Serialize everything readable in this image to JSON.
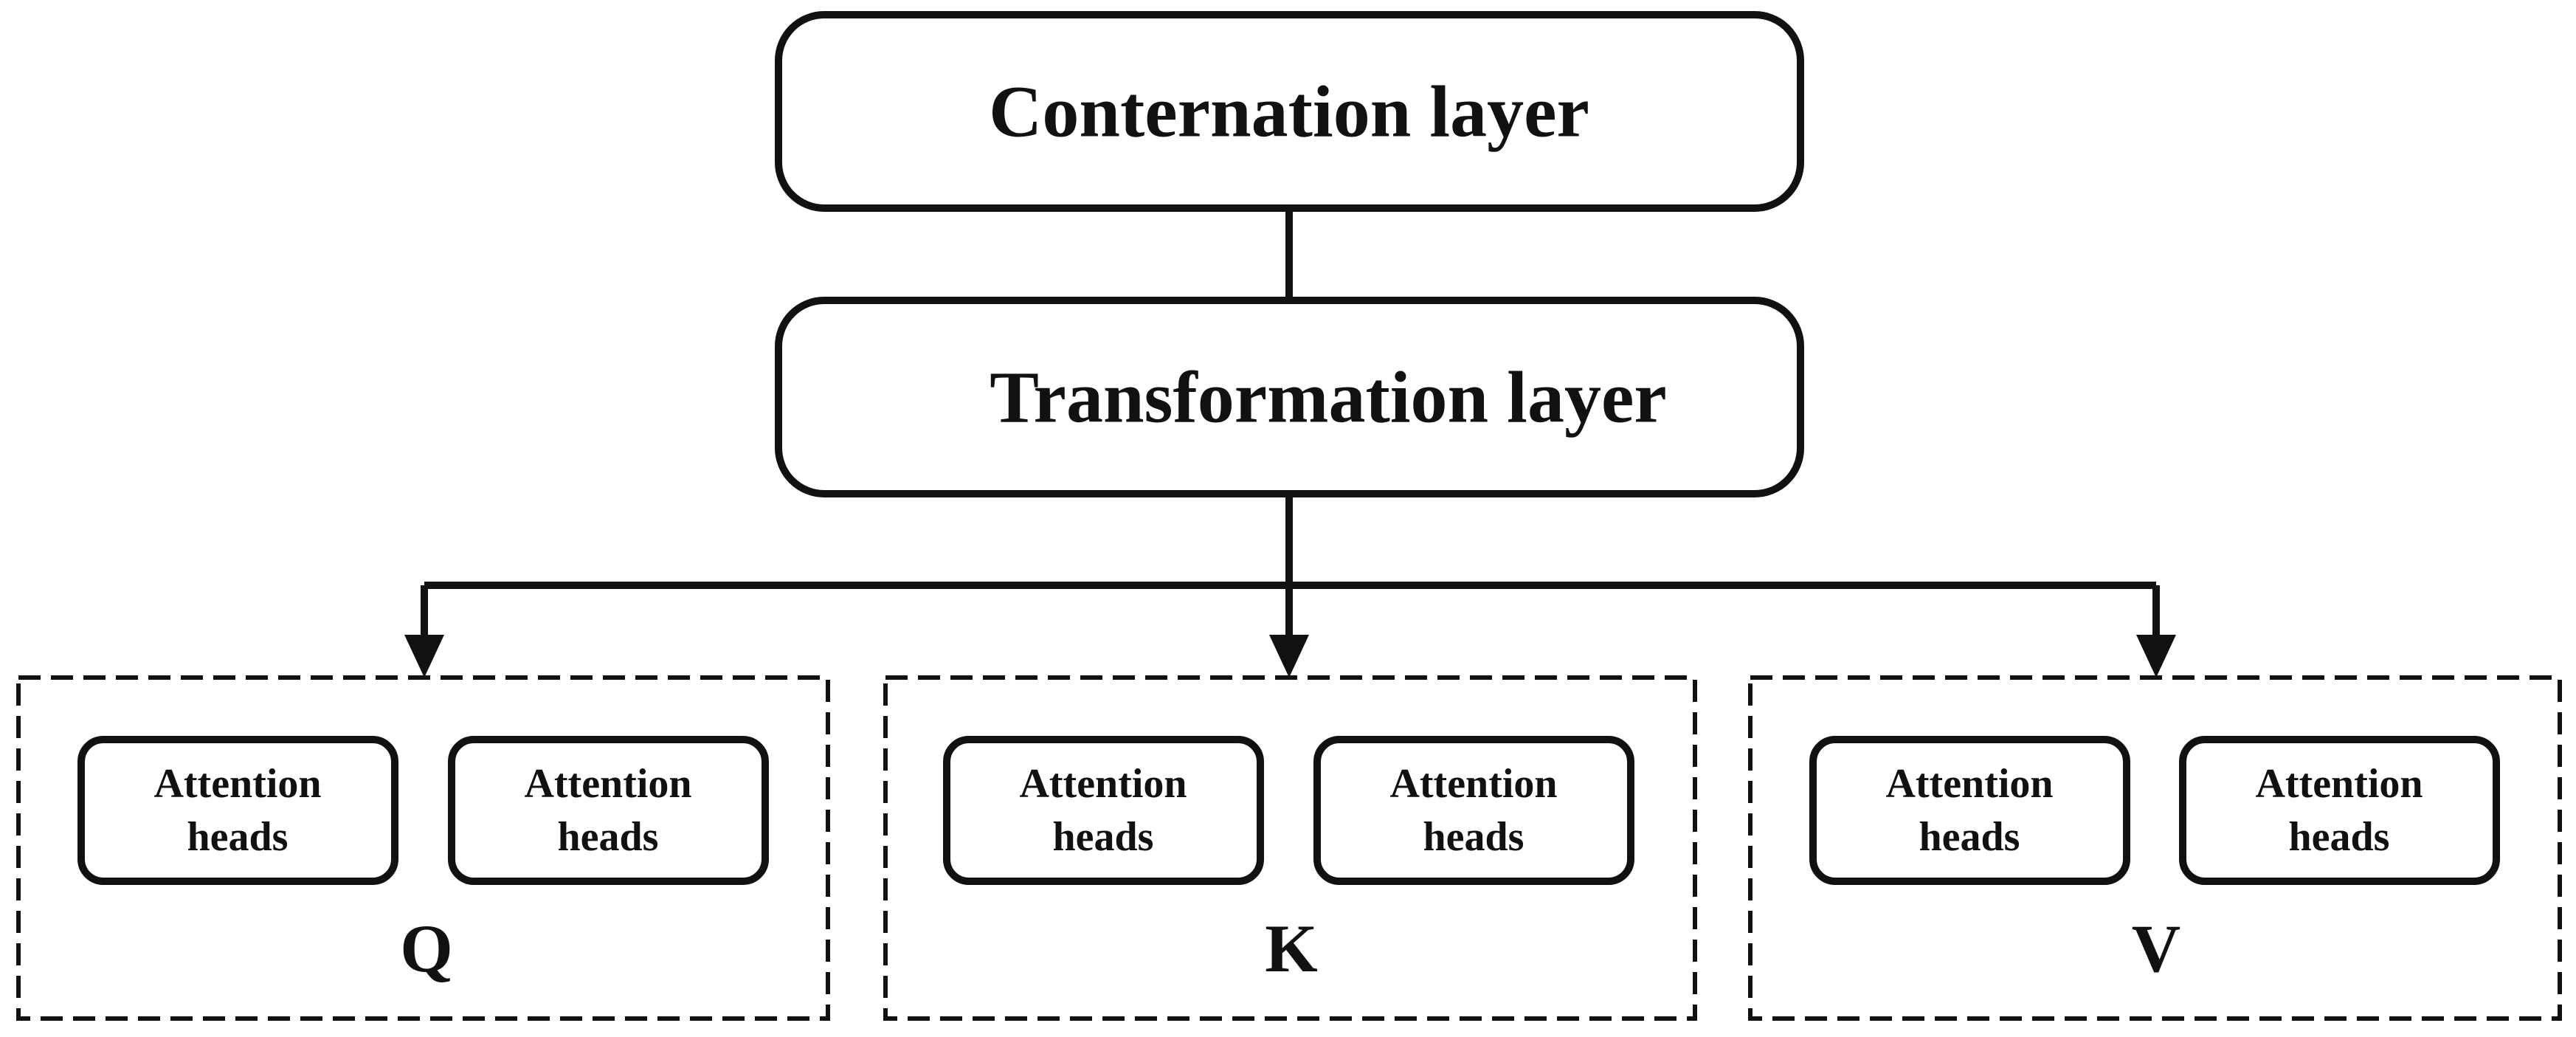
{
  "diagram": {
    "top_layer": "Conternation layer",
    "middle_layer": "Transformation layer",
    "groups": [
      {
        "label": "Q",
        "heads": [
          {
            "line1": "Attention",
            "line2": "heads"
          },
          {
            "line1": "Attention",
            "line2": "heads"
          }
        ]
      },
      {
        "label": "K",
        "heads": [
          {
            "line1": "Attention",
            "line2": "heads"
          },
          {
            "line1": "Attention",
            "line2": "heads"
          }
        ]
      },
      {
        "label": "V",
        "heads": [
          {
            "line1": "Attention",
            "line2": "heads"
          },
          {
            "line1": "Attention",
            "line2": "heads"
          }
        ]
      }
    ],
    "colors": {
      "stroke": "#111111",
      "background": "#ffffff"
    }
  }
}
